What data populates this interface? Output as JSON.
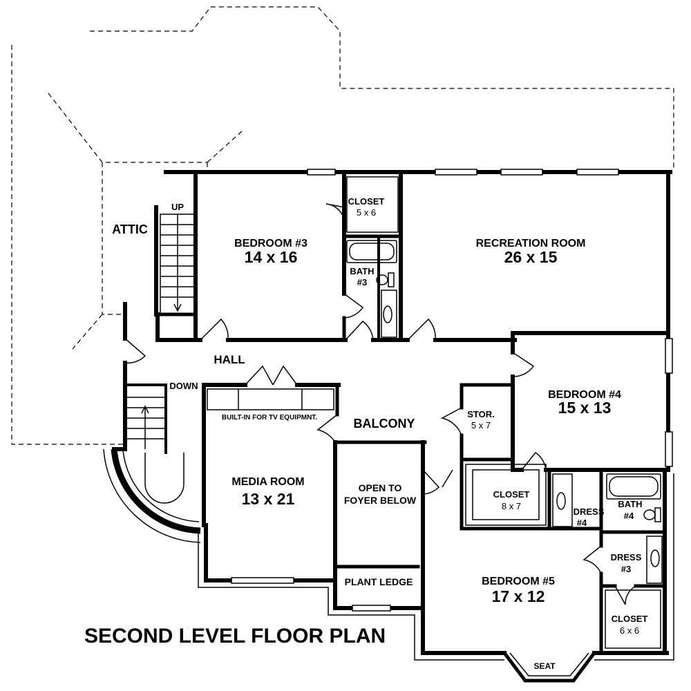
{
  "plan_title": "SECOND LEVEL FLOOR PLAN",
  "rooms": {
    "bedroom3": {
      "name": "BEDROOM #3",
      "size": "14 x 16"
    },
    "recreation": {
      "name": "RECREATION ROOM",
      "size": "26 x 15"
    },
    "bedroom4": {
      "name": "BEDROOM #4",
      "size": "15 x 13"
    },
    "media": {
      "name": "MEDIA ROOM",
      "size": "13 x 21"
    },
    "bedroom5": {
      "name": "BEDROOM #5",
      "size": "17 x 12"
    }
  },
  "small_rooms": {
    "closet_top": {
      "name": "CLOSET",
      "size": "5 x 6"
    },
    "bath3": {
      "name": "BATH",
      "num": "#3"
    },
    "stor": {
      "name": "STOR.",
      "size": "5 x 7"
    },
    "closet_mid": {
      "name": "CLOSET",
      "size": "8 x 7"
    },
    "bath4": {
      "name": "BATH",
      "num": "#4"
    },
    "dress4": {
      "name": "DRESS",
      "num": "#4"
    },
    "dress3": {
      "name": "DRESS",
      "num": "#3"
    },
    "closet_bottom": {
      "name": "CLOSET",
      "size": "6 x 6"
    }
  },
  "labels": {
    "attic": "ATTIC",
    "up": "UP",
    "down": "DOWN",
    "hall": "HALL",
    "balcony": "BALCONY",
    "tv_builtin": "BUILT-IN FOR TV EQUIPMNT.",
    "open_to": "OPEN TO",
    "foyer_below": "FOYER BELOW",
    "plant_ledge": "PLANT LEDGE",
    "seat": "SEAT"
  }
}
